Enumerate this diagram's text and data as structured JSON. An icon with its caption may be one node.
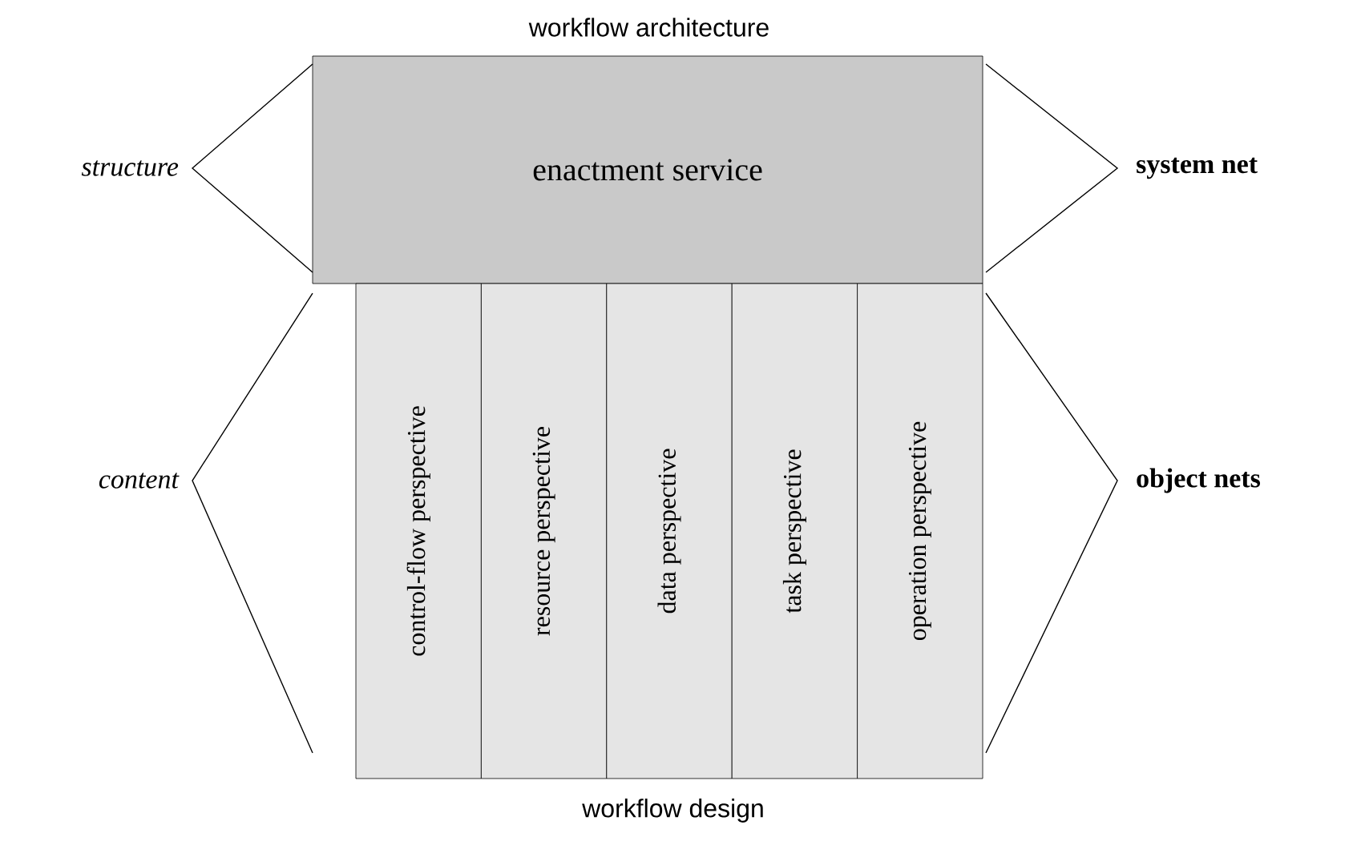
{
  "diagram": {
    "title": "workflow architecture",
    "caption": "workflow design",
    "nodes": [
      {
        "text": [
          "enactment service"
        ]
      },
      {
        "text": [
          "control-flow perspective"
        ]
      },
      {
        "text": [
          "resource perspective"
        ]
      },
      {
        "text": [
          "data perspective"
        ]
      },
      {
        "text": [
          "task perspective"
        ]
      },
      {
        "text": [
          "operation perspective"
        ]
      }
    ],
    "labels": [
      "structure",
      "system net",
      "content",
      "object nets"
    ]
  }
}
